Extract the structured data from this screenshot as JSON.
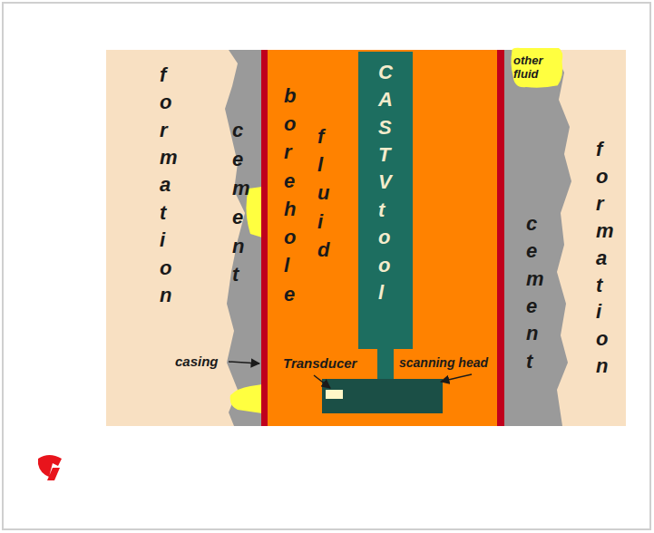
{
  "diagram": {
    "nodes": [
      {
        "text": [
          "CASTV tool"
        ]
      },
      {
        "text": [
          "other fluid"
        ]
      }
    ],
    "labels": [
      "formation",
      "cement",
      "borehole",
      "fluid",
      "casing",
      "Transducer",
      "scanning head",
      "cement",
      "formation"
    ]
  }
}
